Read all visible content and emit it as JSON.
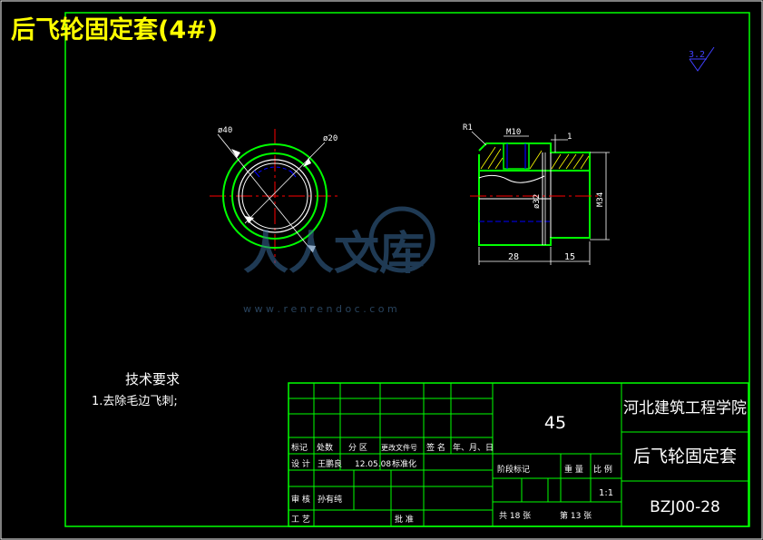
{
  "header": {
    "title": "后飞轮固定套(4#)"
  },
  "surface_finish": {
    "value": "3.2"
  },
  "front_view": {
    "dia_outer": "ø40",
    "dia_inner": "ø20"
  },
  "section_view": {
    "radius": "R1",
    "thread": "M10",
    "chamfer": "1",
    "bore_dia": "ø32",
    "outer_thread": "M34",
    "len_a": "28",
    "len_b": "15"
  },
  "tech_req": {
    "heading": "技术要求",
    "line1": "1.去除毛边飞刺;"
  },
  "watermark": {
    "text": "人人文库",
    "url": "w w w . r e n r e n d o c . c o m"
  },
  "title_block": {
    "material": "45",
    "school": "河北建筑工程学院",
    "part_name": "后飞轮固定套",
    "drawing_no": "BZJ00-28",
    "scale": "1:1",
    "row_labels": [
      "标记",
      "处数",
      "分 区",
      "更改文件号",
      "签 名",
      "年、月、日"
    ],
    "design_label": "设 计",
    "designer": "王鹏良",
    "date": "12.05.08",
    "std_label": "标准化",
    "stage_label": "阶段标记",
    "weight_label": "重 量",
    "ratio_label": "比 例",
    "review_label": "审 核",
    "reviewer": "孙有纯",
    "process_label": "工 艺",
    "approve_label": "批 准",
    "sheets_total": "共 18 张",
    "sheet_no": "第 13 张"
  },
  "colors": {
    "border": "#ffffff",
    "frame": "#00ff00",
    "center": "#ff0000",
    "hidden": "#0000ff",
    "hatch": "#ffff00",
    "table": "#00ff00",
    "title": "#ffff00"
  }
}
